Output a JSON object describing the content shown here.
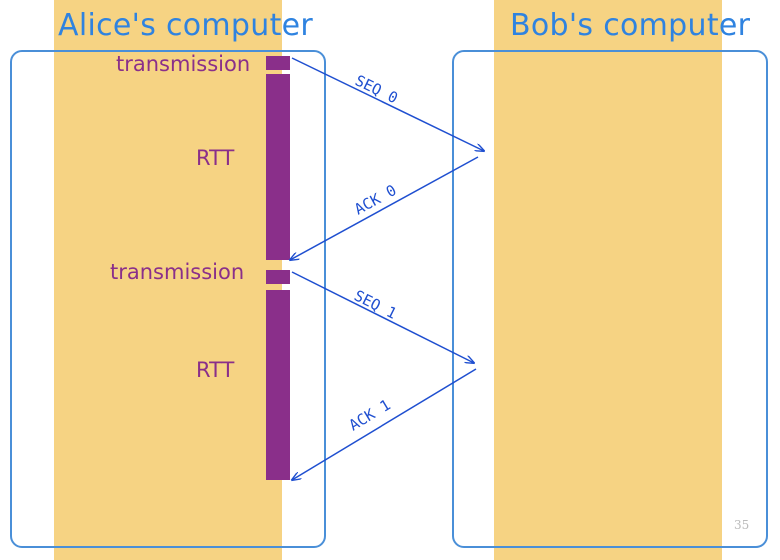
{
  "alice": {
    "title": "Alice's computer"
  },
  "bob": {
    "title": "Bob's computer"
  },
  "labels": {
    "transmission_1": "transmission",
    "rtt_1": "RTT",
    "transmission_2": "transmission",
    "rtt_2": "RTT"
  },
  "messages": {
    "seq0": "SEQ 0",
    "ack0": "ACK 0",
    "seq1": "SEQ 1",
    "ack1": "ACK 1"
  },
  "page_number": "35",
  "colors": {
    "column_fill": "#f6d383",
    "box_border": "#4a8fd8",
    "title": "#2f83e0",
    "purple": "#8a2f8a",
    "arrow": "#1f4fd0"
  }
}
